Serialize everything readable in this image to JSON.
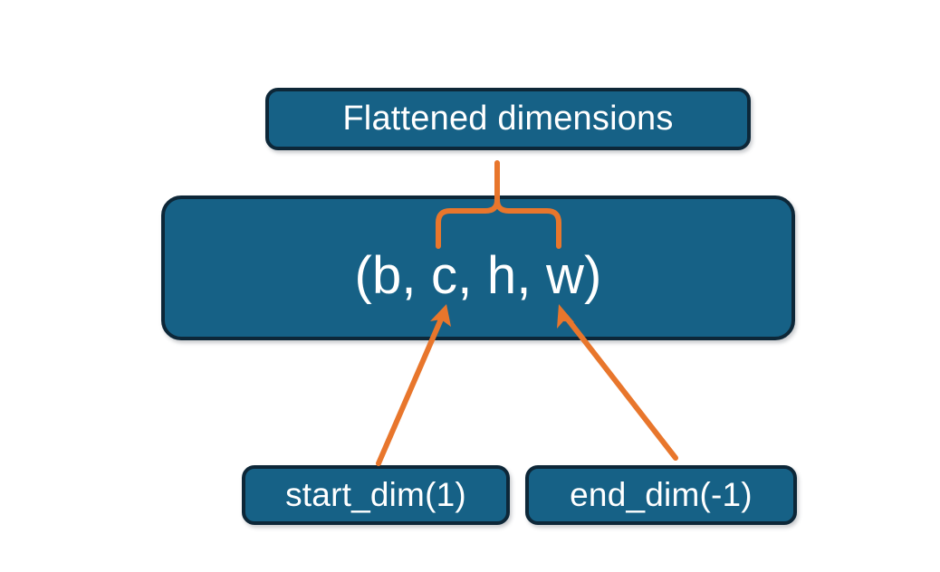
{
  "diagram": {
    "title_text": "Flattened dimensions",
    "background_color": "#ffffff",
    "node_fill_color": "#166186",
    "node_border_color": "#0d2738",
    "node_text_color": "#ffffff",
    "connector_color": "#e8762c",
    "nodes": [
      {
        "id": "flattened-dimensions",
        "label": "Flattened dimensions",
        "role": "callout-label"
      },
      {
        "id": "tensor-shape",
        "label": "(b, c, h, w)",
        "role": "primary-shape"
      },
      {
        "id": "start-dim",
        "label": "start_dim(1)",
        "role": "argument"
      },
      {
        "id": "end-dim",
        "label": "end_dim(-1)",
        "role": "argument"
      }
    ],
    "connectors": [
      {
        "id": "brace-flattened",
        "type": "curly-brace",
        "from": "tensor-shape",
        "to": "flattened-dimensions",
        "spans": "c, h, w"
      },
      {
        "id": "arrow-start-dim",
        "type": "arrow",
        "from": "start-dim",
        "to": "tensor-shape",
        "points_at": "c"
      },
      {
        "id": "arrow-end-dim",
        "type": "arrow",
        "from": "end-dim",
        "to": "tensor-shape",
        "points_at": "w"
      }
    ]
  }
}
